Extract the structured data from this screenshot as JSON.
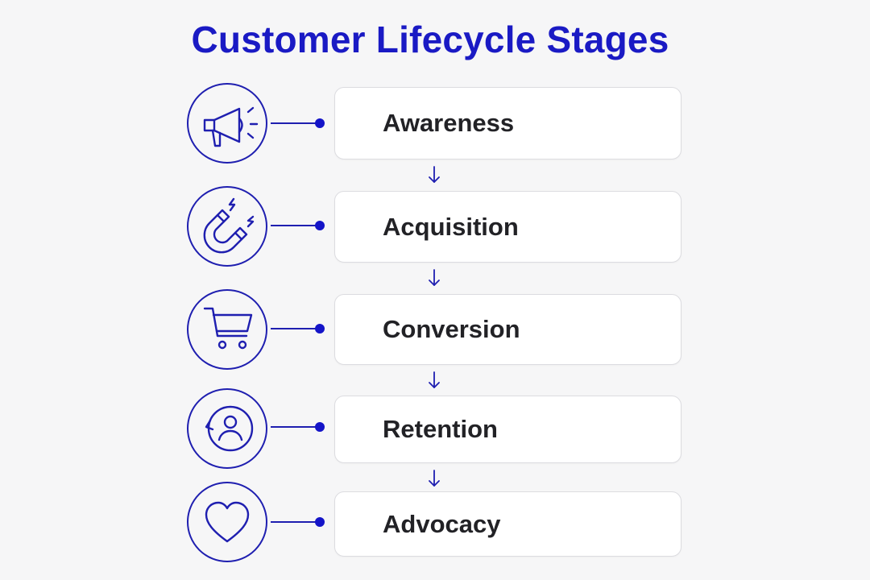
{
  "title": "Customer Lifecycle Stages",
  "colors": {
    "accent": "#1a1ac4",
    "line": "#1f1fb0",
    "text": "#222226",
    "card_border": "#dcdce0",
    "background": "#f6f6f7"
  },
  "stages": [
    {
      "label": "Awareness",
      "icon": "megaphone-icon"
    },
    {
      "label": "Acquisition",
      "icon": "magnet-icon"
    },
    {
      "label": "Conversion",
      "icon": "shopping-cart-icon"
    },
    {
      "label": "Retention",
      "icon": "user-refresh-icon"
    },
    {
      "label": "Advocacy",
      "icon": "heart-icon"
    }
  ]
}
